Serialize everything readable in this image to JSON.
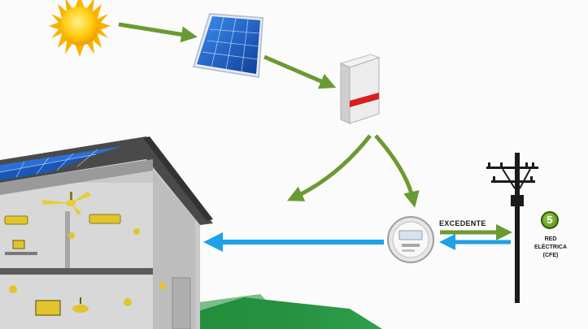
{
  "labels": {
    "excedente": "EXCEDENTE",
    "step_number": "5",
    "grid_line1": "RED",
    "grid_line2": "ELÉCTRICA",
    "grid_line3": "(CFE)"
  },
  "colors": {
    "green_arrow": "#6a9a32",
    "blue_arrow": "#1ea1e6",
    "sun": "#f6b400",
    "panel": "#1d63c4",
    "lawn": "#1f8a3a",
    "house_wall": "#c9c9c9"
  },
  "icons": [
    "sun-icon",
    "solar-panel-icon",
    "inverter-icon",
    "meter-icon",
    "utility-pole-icon",
    "house-icon"
  ]
}
